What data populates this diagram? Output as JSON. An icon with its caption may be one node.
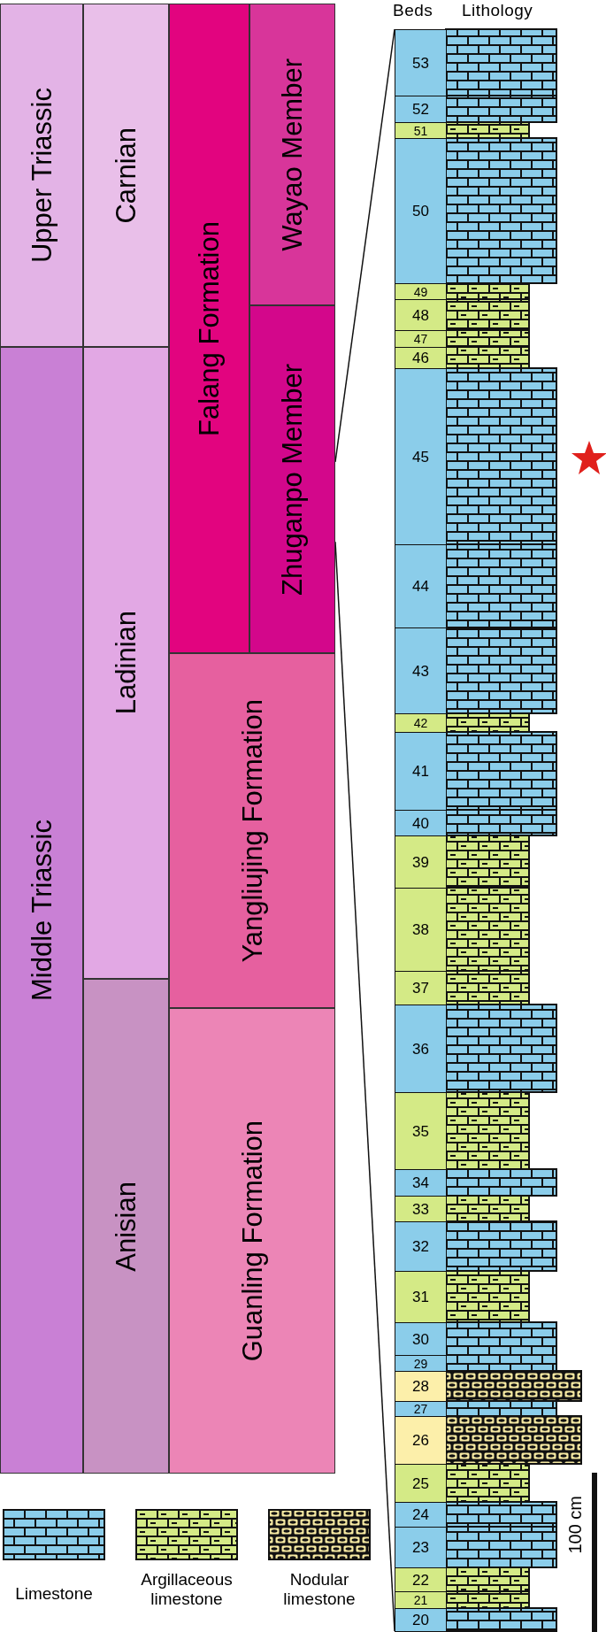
{
  "diagram": {
    "nodes": [
      {
        "text": [
          "Upper Triassic"
        ]
      },
      {
        "text": [
          "Carnian"
        ]
      },
      {
        "text": [
          "Falang Formation"
        ]
      },
      {
        "text": [
          "Wayao Member"
        ]
      },
      {
        "text": [
          "Zhuganpo Member"
        ]
      },
      {
        "text": [
          "Middle Triassic"
        ]
      },
      {
        "text": [
          "Ladinian"
        ]
      },
      {
        "text": [
          "Yangliujing Formation"
        ]
      },
      {
        "text": [
          "Anisian"
        ]
      },
      {
        "text": [
          "Guanling Formation"
        ]
      },
      {
        "text": [
          "53"
        ]
      },
      {
        "text": [
          "52"
        ]
      },
      {
        "text": [
          "51"
        ]
      },
      {
        "text": [
          "50"
        ]
      },
      {
        "text": [
          "49"
        ]
      },
      {
        "text": [
          "48"
        ]
      },
      {
        "text": [
          "47"
        ]
      },
      {
        "text": [
          "46"
        ]
      },
      {
        "text": [
          "45"
        ]
      },
      {
        "text": [
          "44"
        ]
      },
      {
        "text": [
          "43"
        ]
      },
      {
        "text": [
          "42"
        ]
      },
      {
        "text": [
          "41"
        ]
      },
      {
        "text": [
          "40"
        ]
      },
      {
        "text": [
          "39"
        ]
      },
      {
        "text": [
          "38"
        ]
      },
      {
        "text": [
          "37"
        ]
      },
      {
        "text": [
          "36"
        ]
      },
      {
        "text": [
          "35"
        ]
      },
      {
        "text": [
          "34"
        ]
      },
      {
        "text": [
          "33"
        ]
      },
      {
        "text": [
          "32"
        ]
      },
      {
        "text": [
          "31"
        ]
      },
      {
        "text": [
          "30"
        ]
      },
      {
        "text": [
          "29"
        ]
      },
      {
        "text": [
          "28"
        ]
      },
      {
        "text": [
          "27"
        ]
      },
      {
        "text": [
          "26"
        ]
      },
      {
        "text": [
          "25"
        ]
      },
      {
        "text": [
          "24"
        ]
      },
      {
        "text": [
          "23"
        ]
      },
      {
        "text": [
          "22"
        ]
      },
      {
        "text": [
          "21"
        ]
      },
      {
        "text": [
          "20"
        ]
      }
    ],
    "edges": [
      {
        "from": 4,
        "to": 10,
        "arrow": "none"
      },
      {
        "from": 4,
        "to": 43,
        "arrow": "none"
      }
    ],
    "labels": [
      "Beds",
      "Lithology",
      "100 cm"
    ],
    "legend": [
      {
        "text": "Limestone"
      },
      {
        "text": "Argillaceous limestone"
      },
      {
        "text": "Nodular limestone"
      }
    ]
  }
}
